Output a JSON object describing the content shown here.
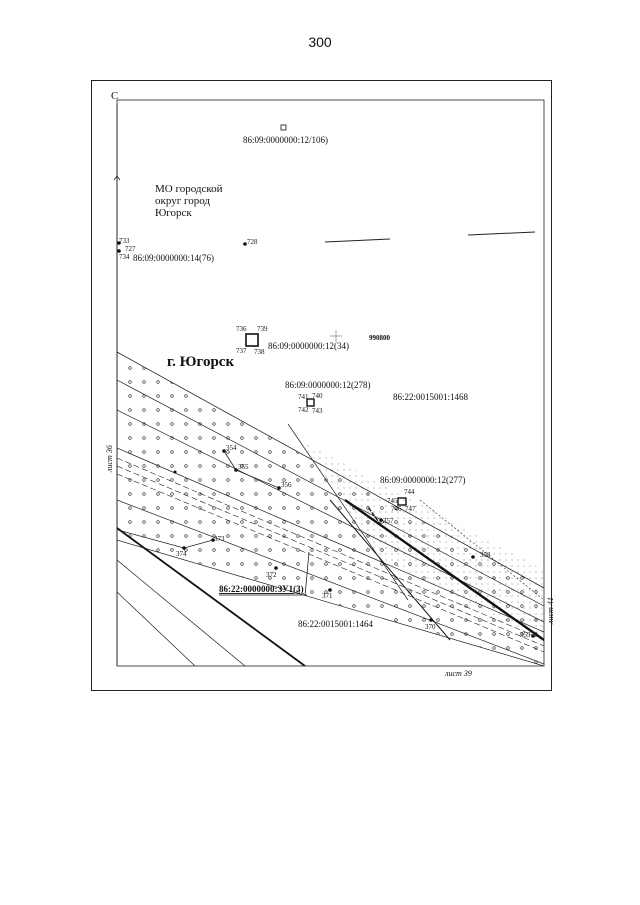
{
  "page_number": "300",
  "north_label": "С",
  "municipality_label": [
    "МО городской",
    "округ город",
    "Югорск"
  ],
  "city_label": "г. Югорск",
  "cadastral": {
    "p106": "86:09:0000000:12/106)",
    "p76": "86:09:0000000:14(76)",
    "p34": "86:09:0000000:12(34)",
    "p278": "86:09:0000000:12(278)",
    "q1468": "86:22:0015001:1468",
    "p277": "86:09:0000000:12(277)",
    "zu": "86:22:0000000:ЗУ1(3)",
    "q1464": "86:22:0015001:1464"
  },
  "point_990800": "990800",
  "sheets": {
    "left": "лист 36",
    "right": "лист 41",
    "bottom": "лист 39"
  },
  "points": {
    "p733": "733",
    "p727": "727",
    "p734": "734",
    "p728": "728",
    "p736": "736",
    "p739": "739",
    "p737": "737",
    "p738": "738",
    "p741": "741",
    "p740": "740",
    "p742": "742",
    "p743": "743",
    "p354": "354",
    "p355": "355",
    "p356": "356",
    "p357": "357",
    "p744": "744",
    "p745": "745",
    "p746": "746",
    "p747": "747",
    "p358": "358",
    "p373": "373",
    "p374": "374",
    "p372": "372",
    "p371": "371",
    "p370": "370",
    "p359": "359"
  },
  "colors": {
    "ink": "#111111",
    "paper": "#ffffff"
  }
}
